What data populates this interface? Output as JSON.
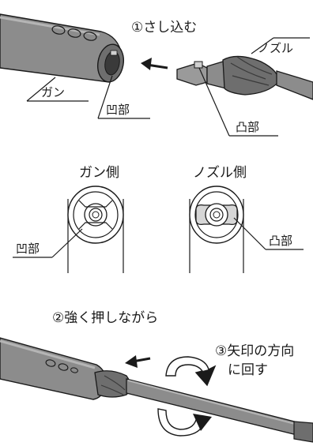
{
  "steps": {
    "step1": "①さし込む",
    "step2": "②強く押しながら",
    "step3_line1": "③矢印の方向",
    "step3_line2": "に回す"
  },
  "parts": {
    "gun": "ガン",
    "nozzle": "ノズル",
    "recess_top": "凹部",
    "protrusion_top": "凸部",
    "recess_mid": "凹部",
    "protrusion_mid": "凸部"
  },
  "views": {
    "gun_side": "ガン側",
    "nozzle_side": "ノズル側"
  },
  "colors": {
    "ink": "#1a1a1a",
    "body_gray": "#8c8c8c",
    "dark_gray": "#5a5a5a",
    "light_gray": "#c8c8c8"
  }
}
